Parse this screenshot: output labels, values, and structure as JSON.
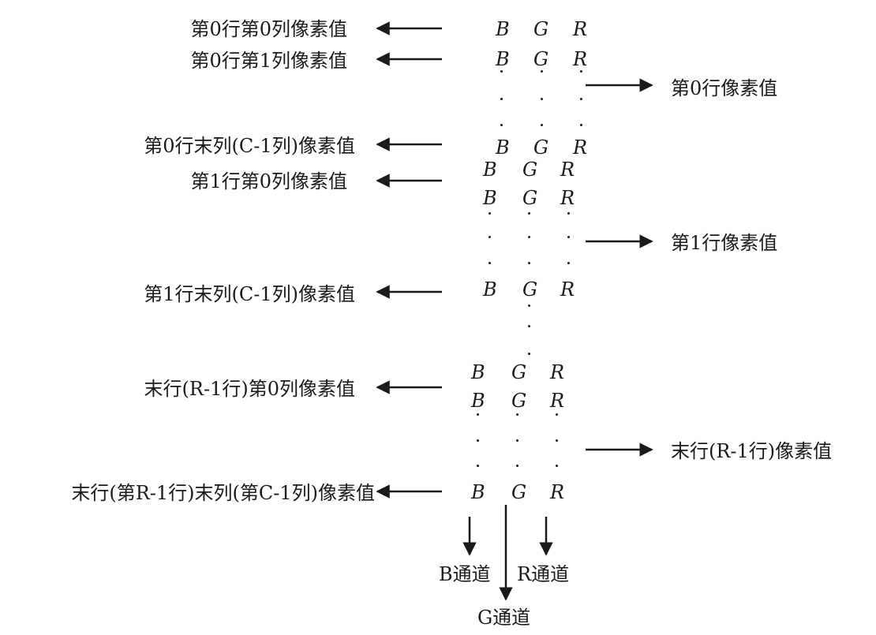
{
  "left_labels": [
    "第0行第0列像素值",
    "第0行第1列像素值",
    "第0行末列(C-1列)像素值",
    "第1行第0列像素值",
    "第1行末列(C-1列)像素值",
    "末行(R-1行)第0列像素值",
    "末行(第R-1行)末列(第C-1列)像素值"
  ],
  "right_labels": [
    "第0行像素值",
    "第1行像素值",
    "末行(R-1行)像素值"
  ],
  "channel_letters": [
    "B",
    "G",
    "R"
  ],
  "channel_labels": [
    "B通道",
    "R通道",
    "G通道"
  ],
  "ellipsis": "·"
}
